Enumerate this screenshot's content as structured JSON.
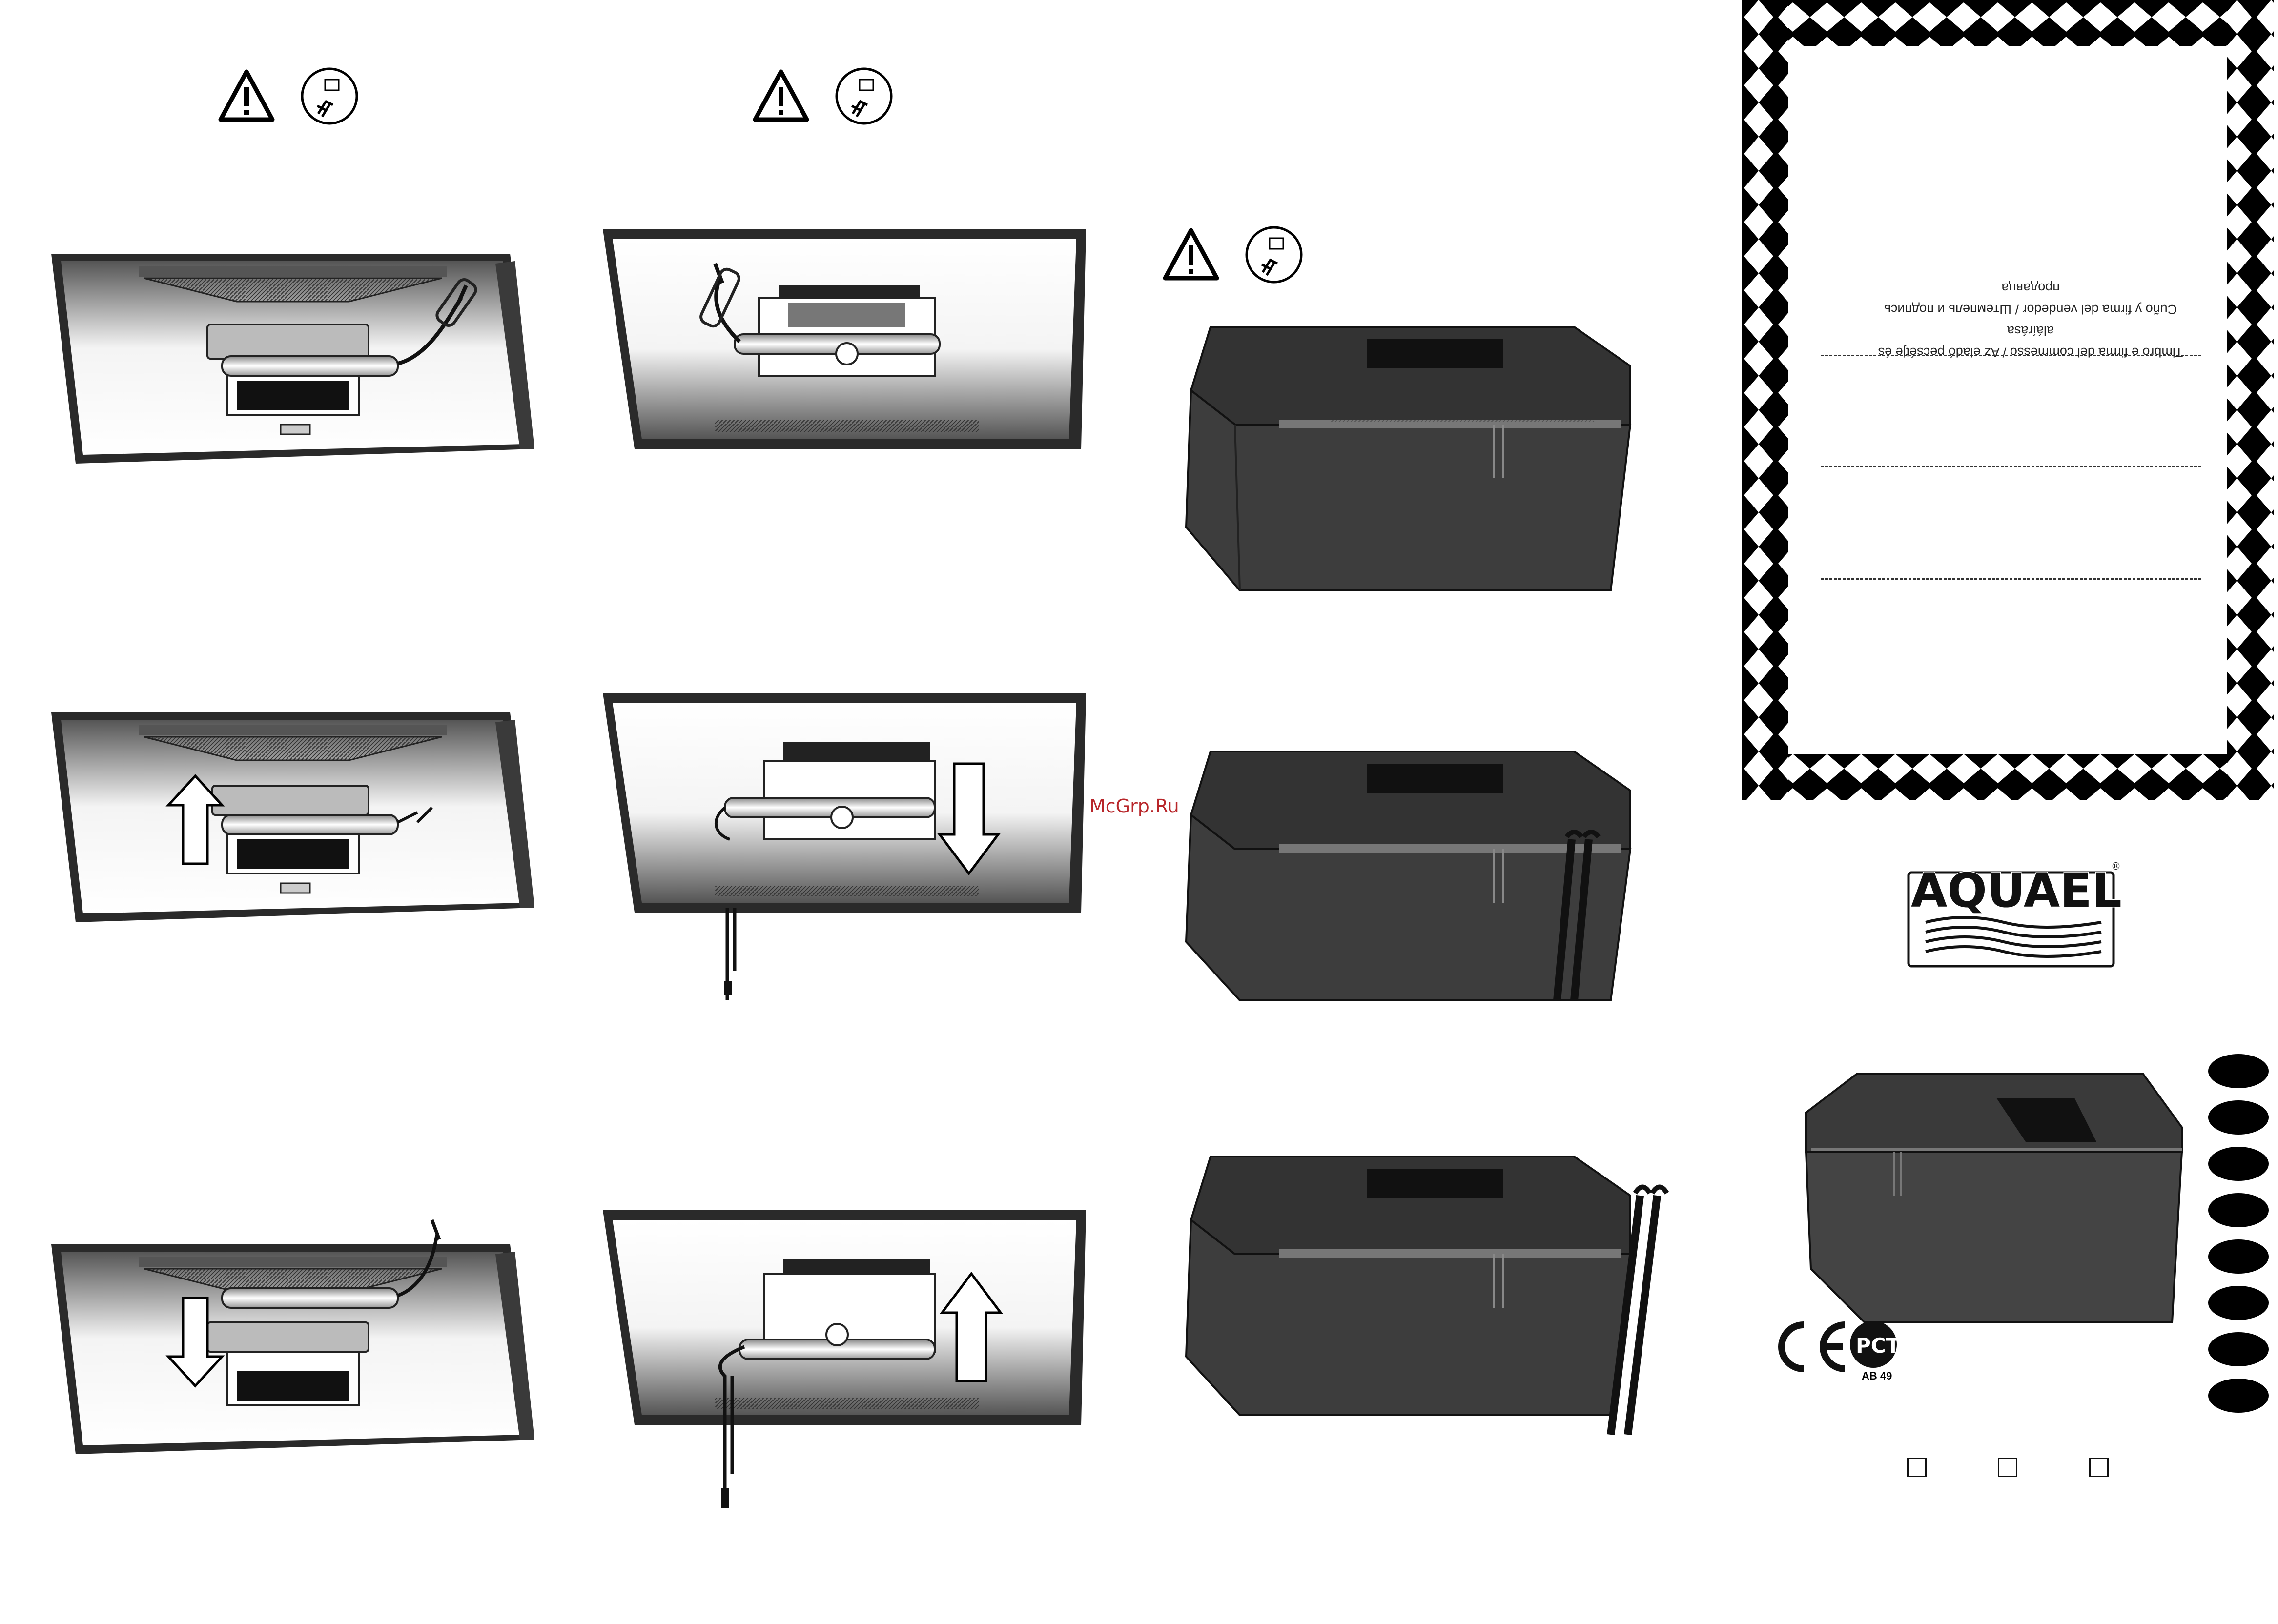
{
  "watermark": "McGrp.Ru",
  "certificate": {
    "caption_line1": "Timbro e firma del commesso / Az eladó pecsétje és aláírása",
    "caption_line2": "Cuño y firma del vendedor / Штемпель и подпись продавца"
  },
  "logo": {
    "brand_text": "AQUAEL",
    "registered": "®"
  },
  "marks": {
    "ce": "CE",
    "pct": "PCT",
    "ab_code": "AB 49"
  },
  "icons": [
    "warning-icon",
    "unplug-icon"
  ],
  "language_markers_count": 8,
  "checkbox_count": 3
}
